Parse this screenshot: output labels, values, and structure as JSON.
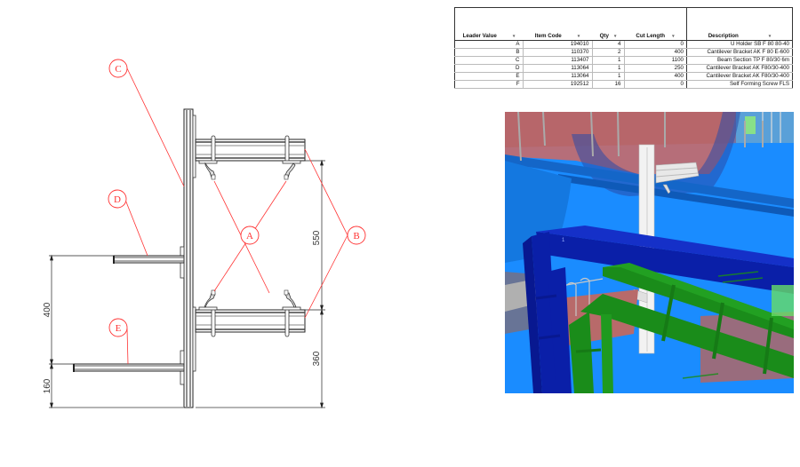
{
  "drawing": {
    "leaders": [
      {
        "label": "A"
      },
      {
        "label": "B"
      },
      {
        "label": "C"
      },
      {
        "label": "D"
      },
      {
        "label": "E"
      }
    ],
    "dimensions": {
      "upper_span": "550",
      "lower_rise": "360",
      "arm_spacing": "400",
      "base_offset": "160"
    },
    "colors": {
      "leader": "#ff3333",
      "structure": "#333333"
    }
  },
  "bom_table": {
    "headers": {
      "leader_value": "Leader Value",
      "item_code": "Item Code",
      "qty": "Qty",
      "cut_length": "Cut Length",
      "description": "Description",
      "filter_glyph": "▾"
    },
    "rows": [
      {
        "leader": "A",
        "item_code": "194010",
        "qty": "4",
        "cut_length": "0",
        "description": "U Holder SB F 80 80-40"
      },
      {
        "leader": "B",
        "item_code": "110370",
        "qty": "2",
        "cut_length": "400",
        "description": "Cantilever Bracket AK F 80 E-600"
      },
      {
        "leader": "C",
        "item_code": "113407",
        "qty": "1",
        "cut_length": "1100",
        "description": "Beam Section TP F 80/30 6m"
      },
      {
        "leader": "D",
        "item_code": "113064",
        "qty": "1",
        "cut_length": "250",
        "description": "Cantilever Bracket AK F80/30-400"
      },
      {
        "leader": "E",
        "item_code": "113064",
        "qty": "1",
        "cut_length": "400",
        "description": "Cantilever Bracket AK F80/30-400"
      },
      {
        "leader": "F",
        "item_code": "192512",
        "qty": "16",
        "cut_length": "0",
        "description": "Self Forming Screw FLS"
      }
    ]
  },
  "render_view": {
    "marker_label": "1",
    "colors": {
      "water_blue": "#1a8cff",
      "hull_red": "#c86464",
      "frame_navy": "#0a1fa8",
      "frame_green": "#1a8c1a",
      "bracket_white": "#f2f2f2"
    }
  }
}
